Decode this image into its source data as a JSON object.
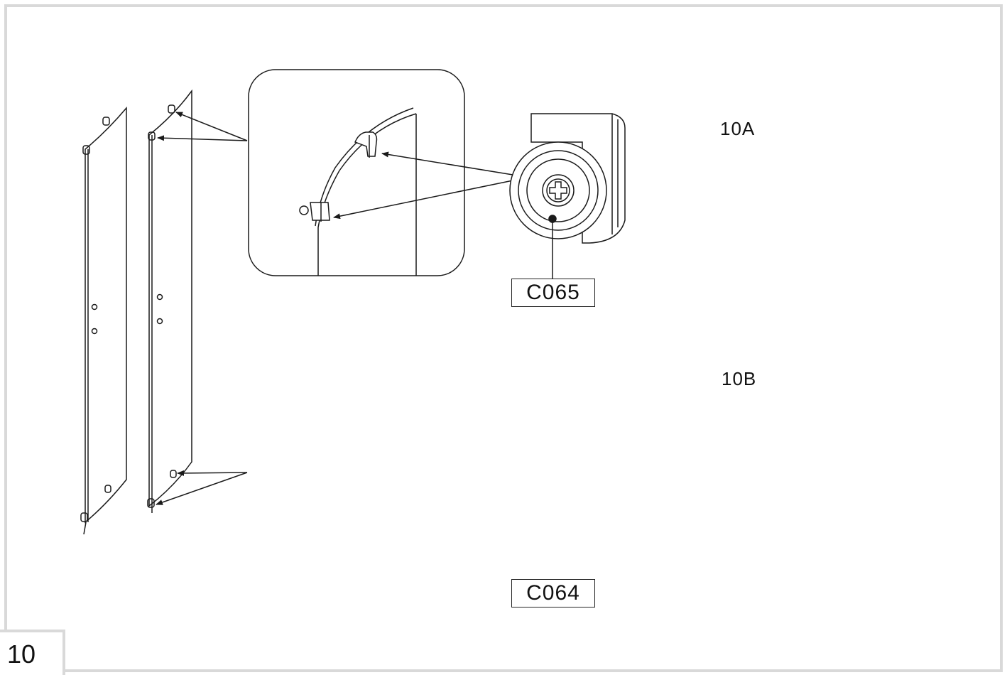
{
  "step": {
    "number": "10"
  },
  "parts": {
    "top_hinge_code": "C065",
    "bottom_hinge_code": "C064"
  },
  "details": {
    "detail_a_label": "10A",
    "detail_b_label": "10B"
  },
  "colors": {
    "frame": "#d9d9d9",
    "line": "#1a1a1a",
    "screwdriver_handle": "#1a1a1a",
    "screwdriver_collar": "#e0b23a"
  }
}
